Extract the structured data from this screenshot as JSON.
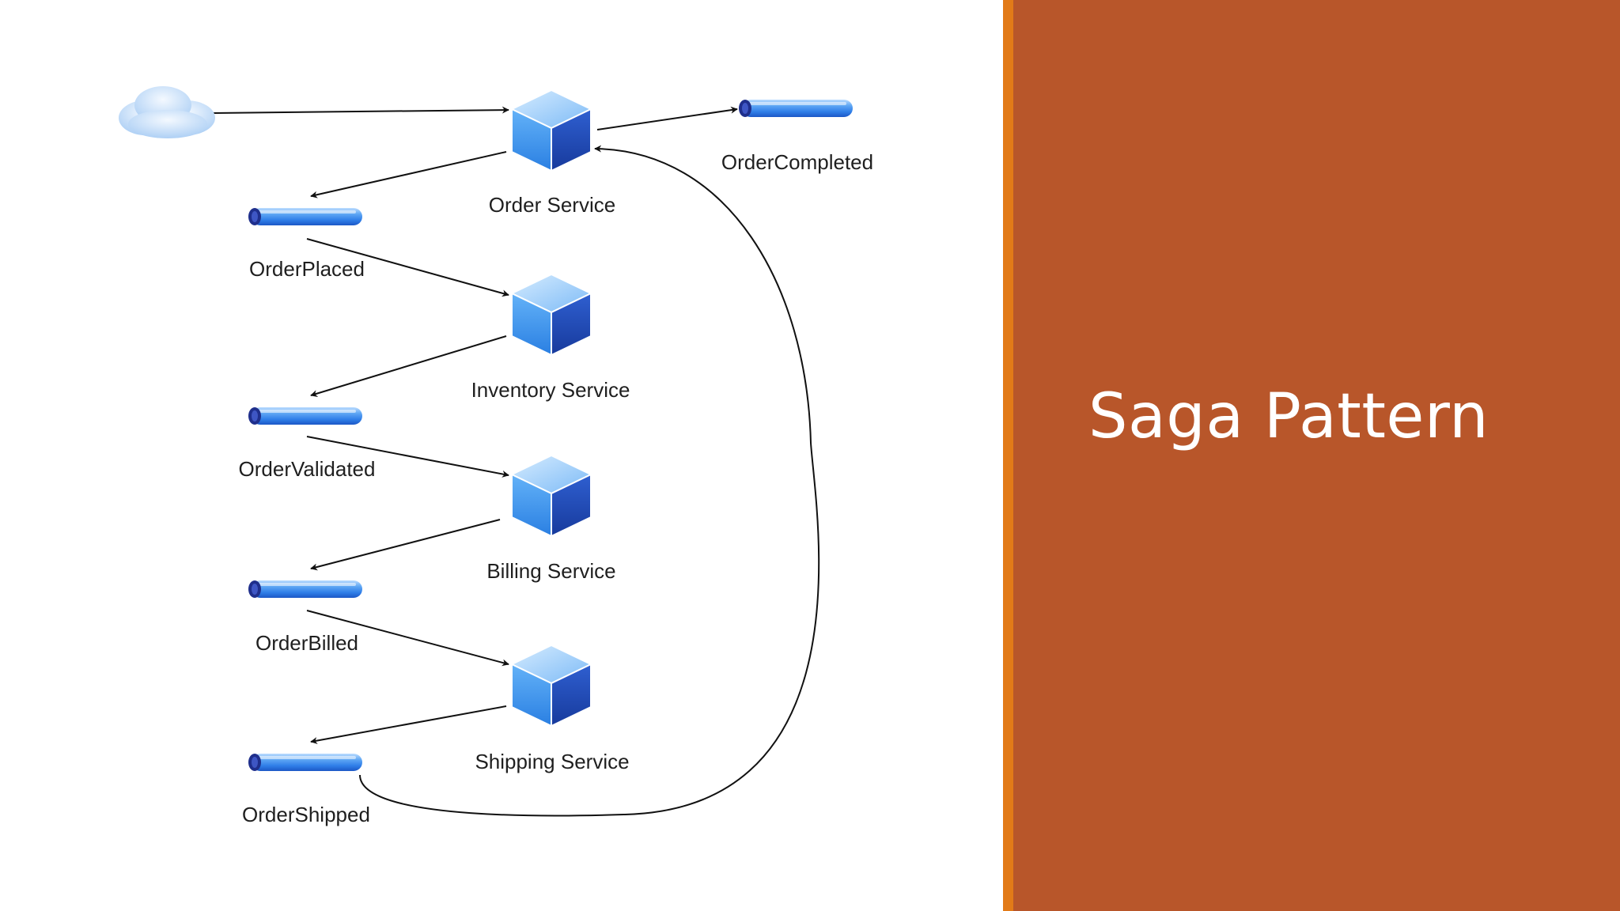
{
  "slide": {
    "title": "Saga Pattern",
    "accent_color": "#e27a18",
    "panel_color": "#b8562a"
  },
  "diagram": {
    "client_icon": "cloud-icon",
    "service_icon": "cube-icon",
    "topic_icon": "queue-pipe-icon",
    "services": [
      {
        "id": "order",
        "label": "Order Service"
      },
      {
        "id": "inventory",
        "label": "Inventory Service"
      },
      {
        "id": "billing",
        "label": "Billing Service"
      },
      {
        "id": "shipping",
        "label": "Shipping Service"
      }
    ],
    "topics": [
      {
        "id": "placed",
        "label": "OrderPlaced"
      },
      {
        "id": "validated",
        "label": "OrderValidated"
      },
      {
        "id": "billed",
        "label": "OrderBilled"
      },
      {
        "id": "shipped",
        "label": "OrderShipped"
      },
      {
        "id": "completed",
        "label": "OrderCompleted"
      }
    ],
    "flows": [
      {
        "from": "client",
        "to": "order"
      },
      {
        "from": "order",
        "to": "placed"
      },
      {
        "from": "placed",
        "to": "inventory"
      },
      {
        "from": "inventory",
        "to": "validated"
      },
      {
        "from": "validated",
        "to": "billing"
      },
      {
        "from": "billing",
        "to": "billed"
      },
      {
        "from": "billed",
        "to": "shipping"
      },
      {
        "from": "shipping",
        "to": "shipped"
      },
      {
        "from": "shipped",
        "to": "order"
      },
      {
        "from": "order",
        "to": "completed"
      }
    ]
  }
}
